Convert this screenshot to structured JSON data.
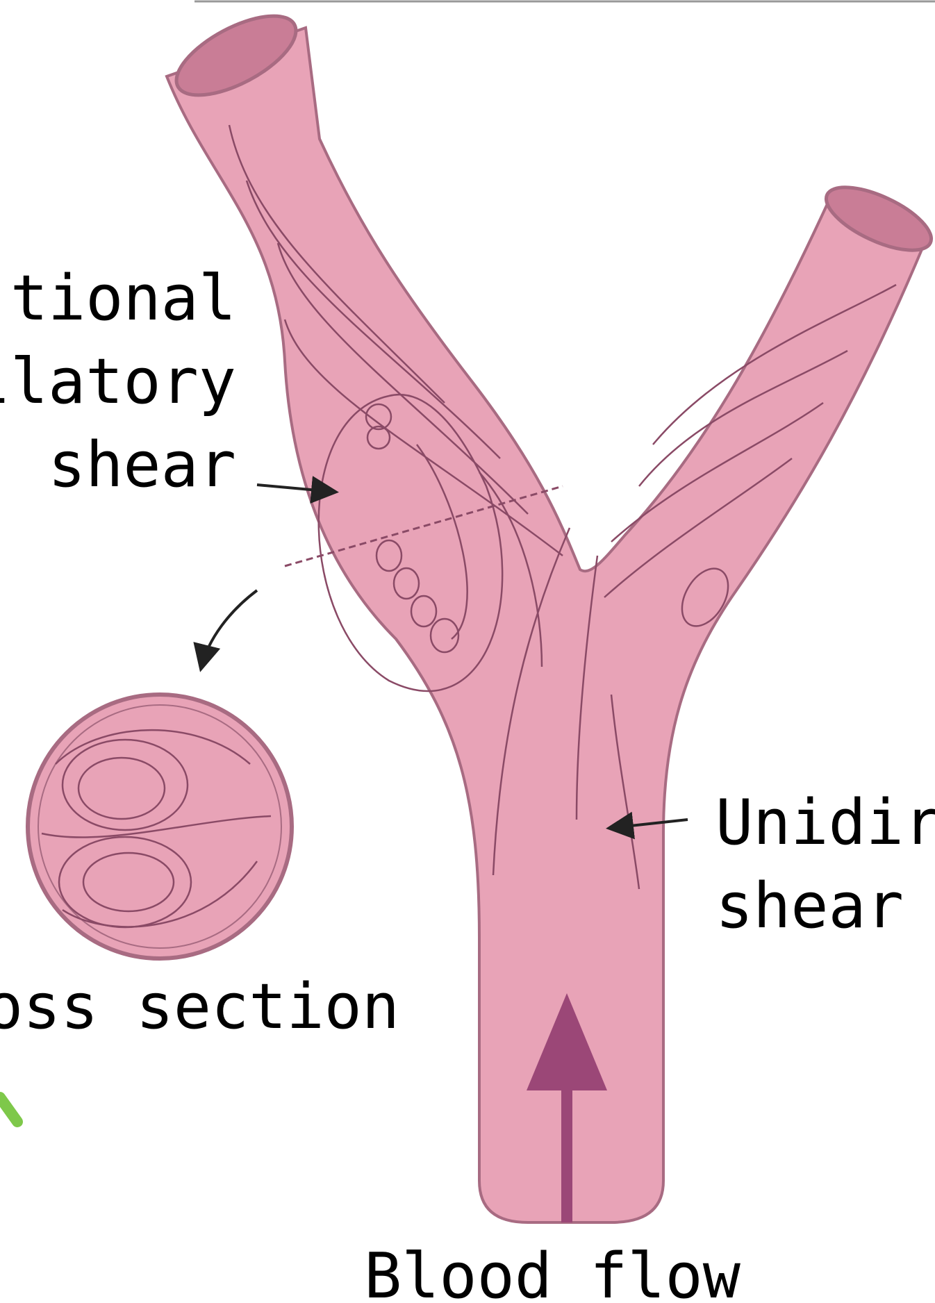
{
  "labels": {
    "oscillatory_line1": "tional",
    "oscillatory_line2": "llatory",
    "oscillatory_line3": "shear",
    "cross_section": "oss section",
    "unidirectional_line1": "Unidir",
    "unidirectional_line2": "shear",
    "blood_flow": "Blood flow"
  },
  "colors": {
    "vessel_fill": "#e8a3b7",
    "vessel_stroke": "#a86b82",
    "vessel_opening": "#c97d96",
    "flow_line": "#8a4a66",
    "blood_flow_arrow": "#9b4777",
    "annotation_arrow": "#222222",
    "green_mark": "#7ec84a",
    "top_rule": "#999999"
  }
}
